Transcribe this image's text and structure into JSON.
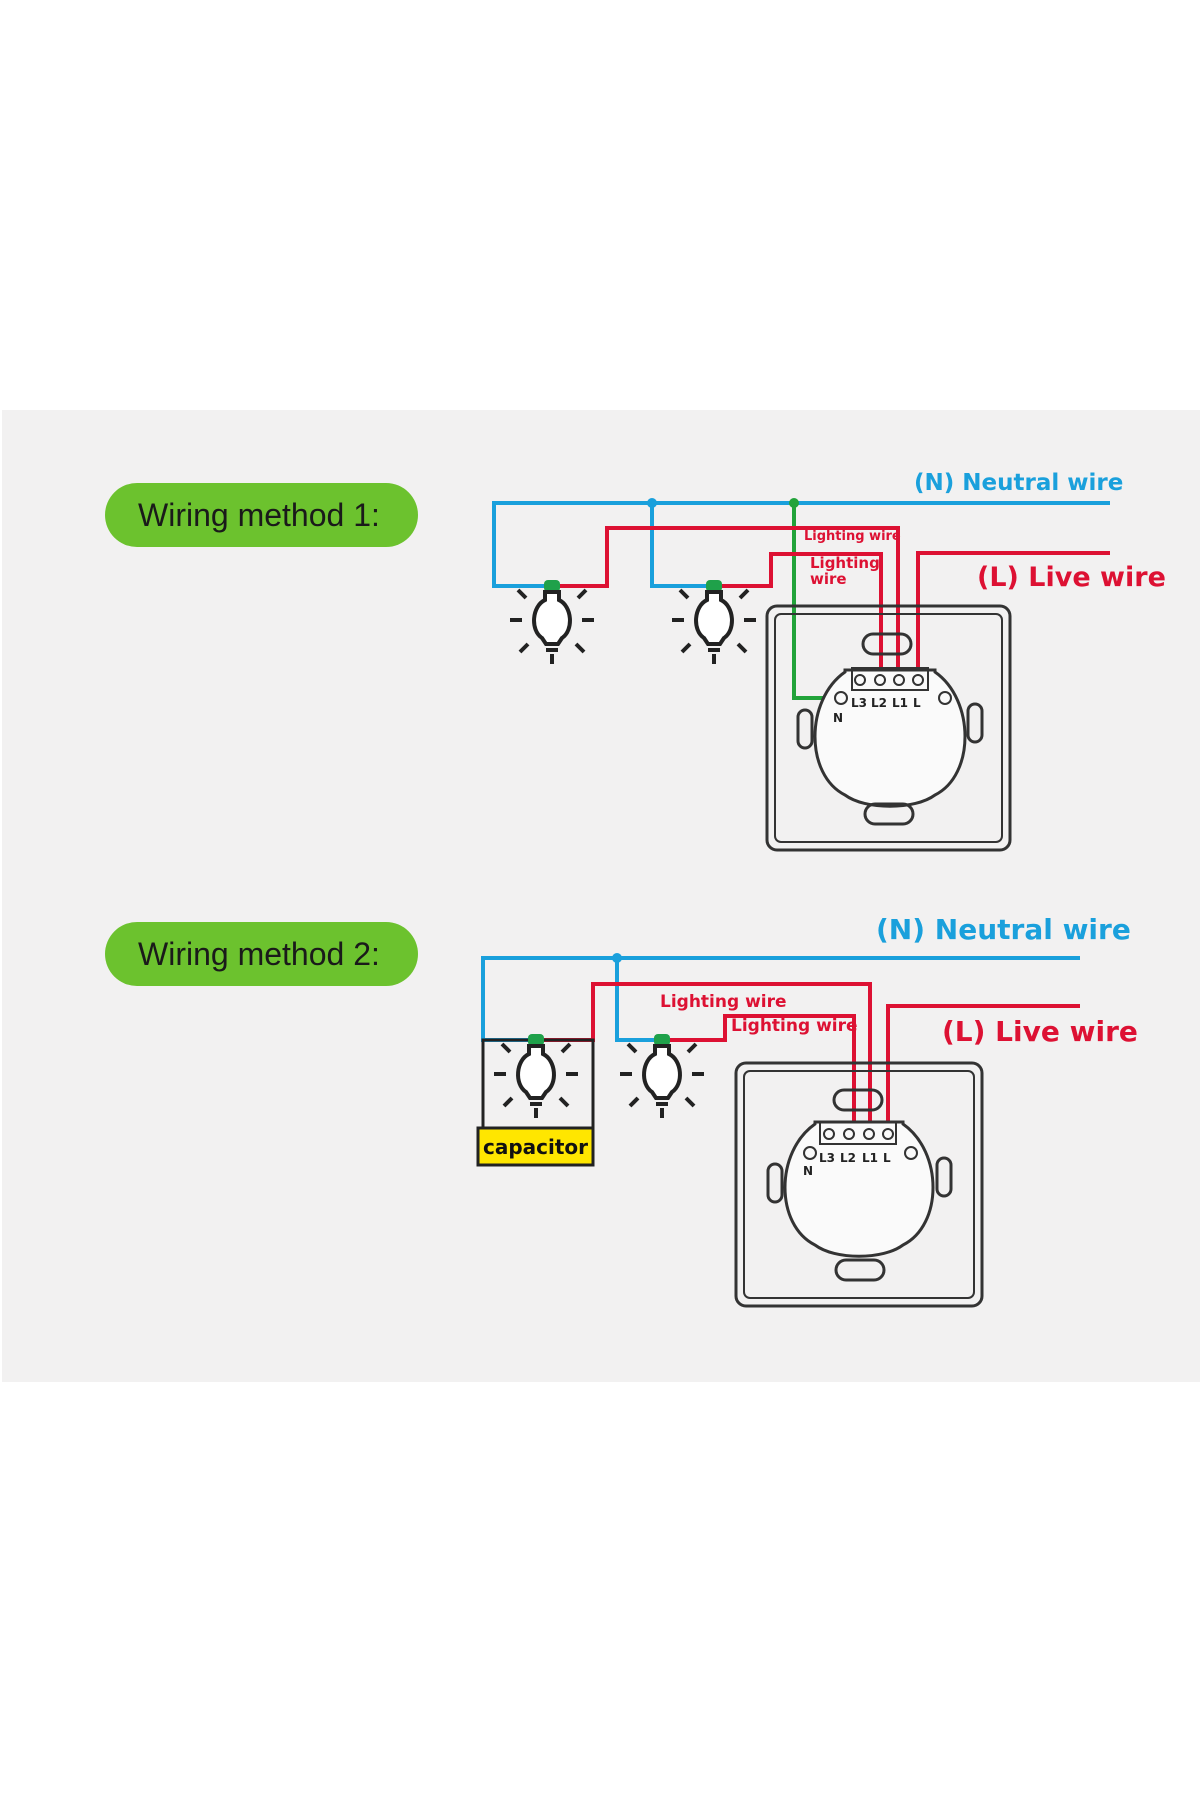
{
  "method1": {
    "title": "Wiring method 1:",
    "neutral_label": "(N) Neutral wire",
    "live_label": "(L)  Live wire",
    "lighting_wire_a": "Lighting wire",
    "lighting_wire_b_line1": "Lighting",
    "lighting_wire_b_line2": "wire",
    "terminals": [
      "N",
      "L3",
      "L2",
      "L1",
      "L"
    ]
  },
  "method2": {
    "title": "Wiring method 2:",
    "neutral_label": "(N)  Neutral wire",
    "live_label": "(L)  Live wire",
    "lighting_wire_a": "Lighting wire",
    "lighting_wire_b": "Lighting wire",
    "capacitor_label": "capacitor",
    "terminals": [
      "N",
      "L3",
      "L2",
      "L1",
      "L"
    ]
  },
  "colors": {
    "neutral": "#1aa0dc",
    "live": "#dd1133",
    "green_wire": "#22a33a",
    "pill": "#6cc22e",
    "capacitor": "#ffe600"
  }
}
